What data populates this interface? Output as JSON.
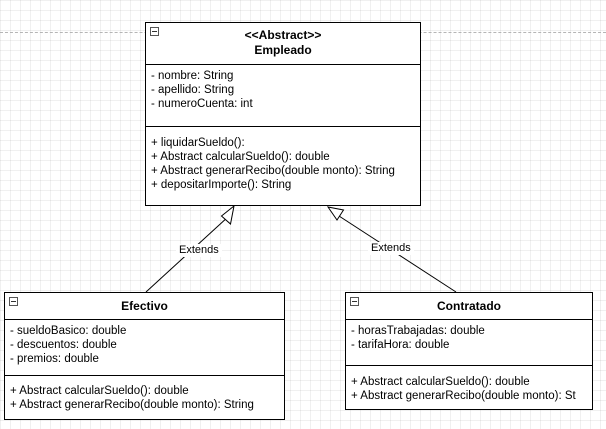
{
  "classes": {
    "empleado": {
      "stereotype": "<<Abstract>>",
      "name": "Empleado",
      "attributes": [
        "- nombre: String",
        "- apellido: String",
        "- numeroCuenta: int"
      ],
      "methods": [
        "+ liquidarSueldo():",
        "+ Abstract calcularSueldo(): double",
        "+ Abstract generarRecibo(double monto): String",
        "+ depositarImporte(): String"
      ]
    },
    "efectivo": {
      "name": "Efectivo",
      "attributes": [
        "- sueldoBasico: double",
        "- descuentos: double",
        "- premios: double"
      ],
      "methods": [
        "+ Abstract calcularSueldo(): double",
        "+ Abstract generarRecibo(double monto): String"
      ]
    },
    "contratado": {
      "name": "Contratado",
      "attributes": [
        "- horasTrabajadas: double",
        "- tarifaHora: double"
      ],
      "methods": [
        "+ Abstract calcularSueldo(): double",
        "+ Abstract generarRecibo(double monto): St"
      ]
    }
  },
  "edges": {
    "efectivo_extends": "Extends",
    "contratado_extends": "Extends"
  },
  "colors": {
    "line": "#000000",
    "grid": "#f0f0f0",
    "background": "#ffffff"
  }
}
